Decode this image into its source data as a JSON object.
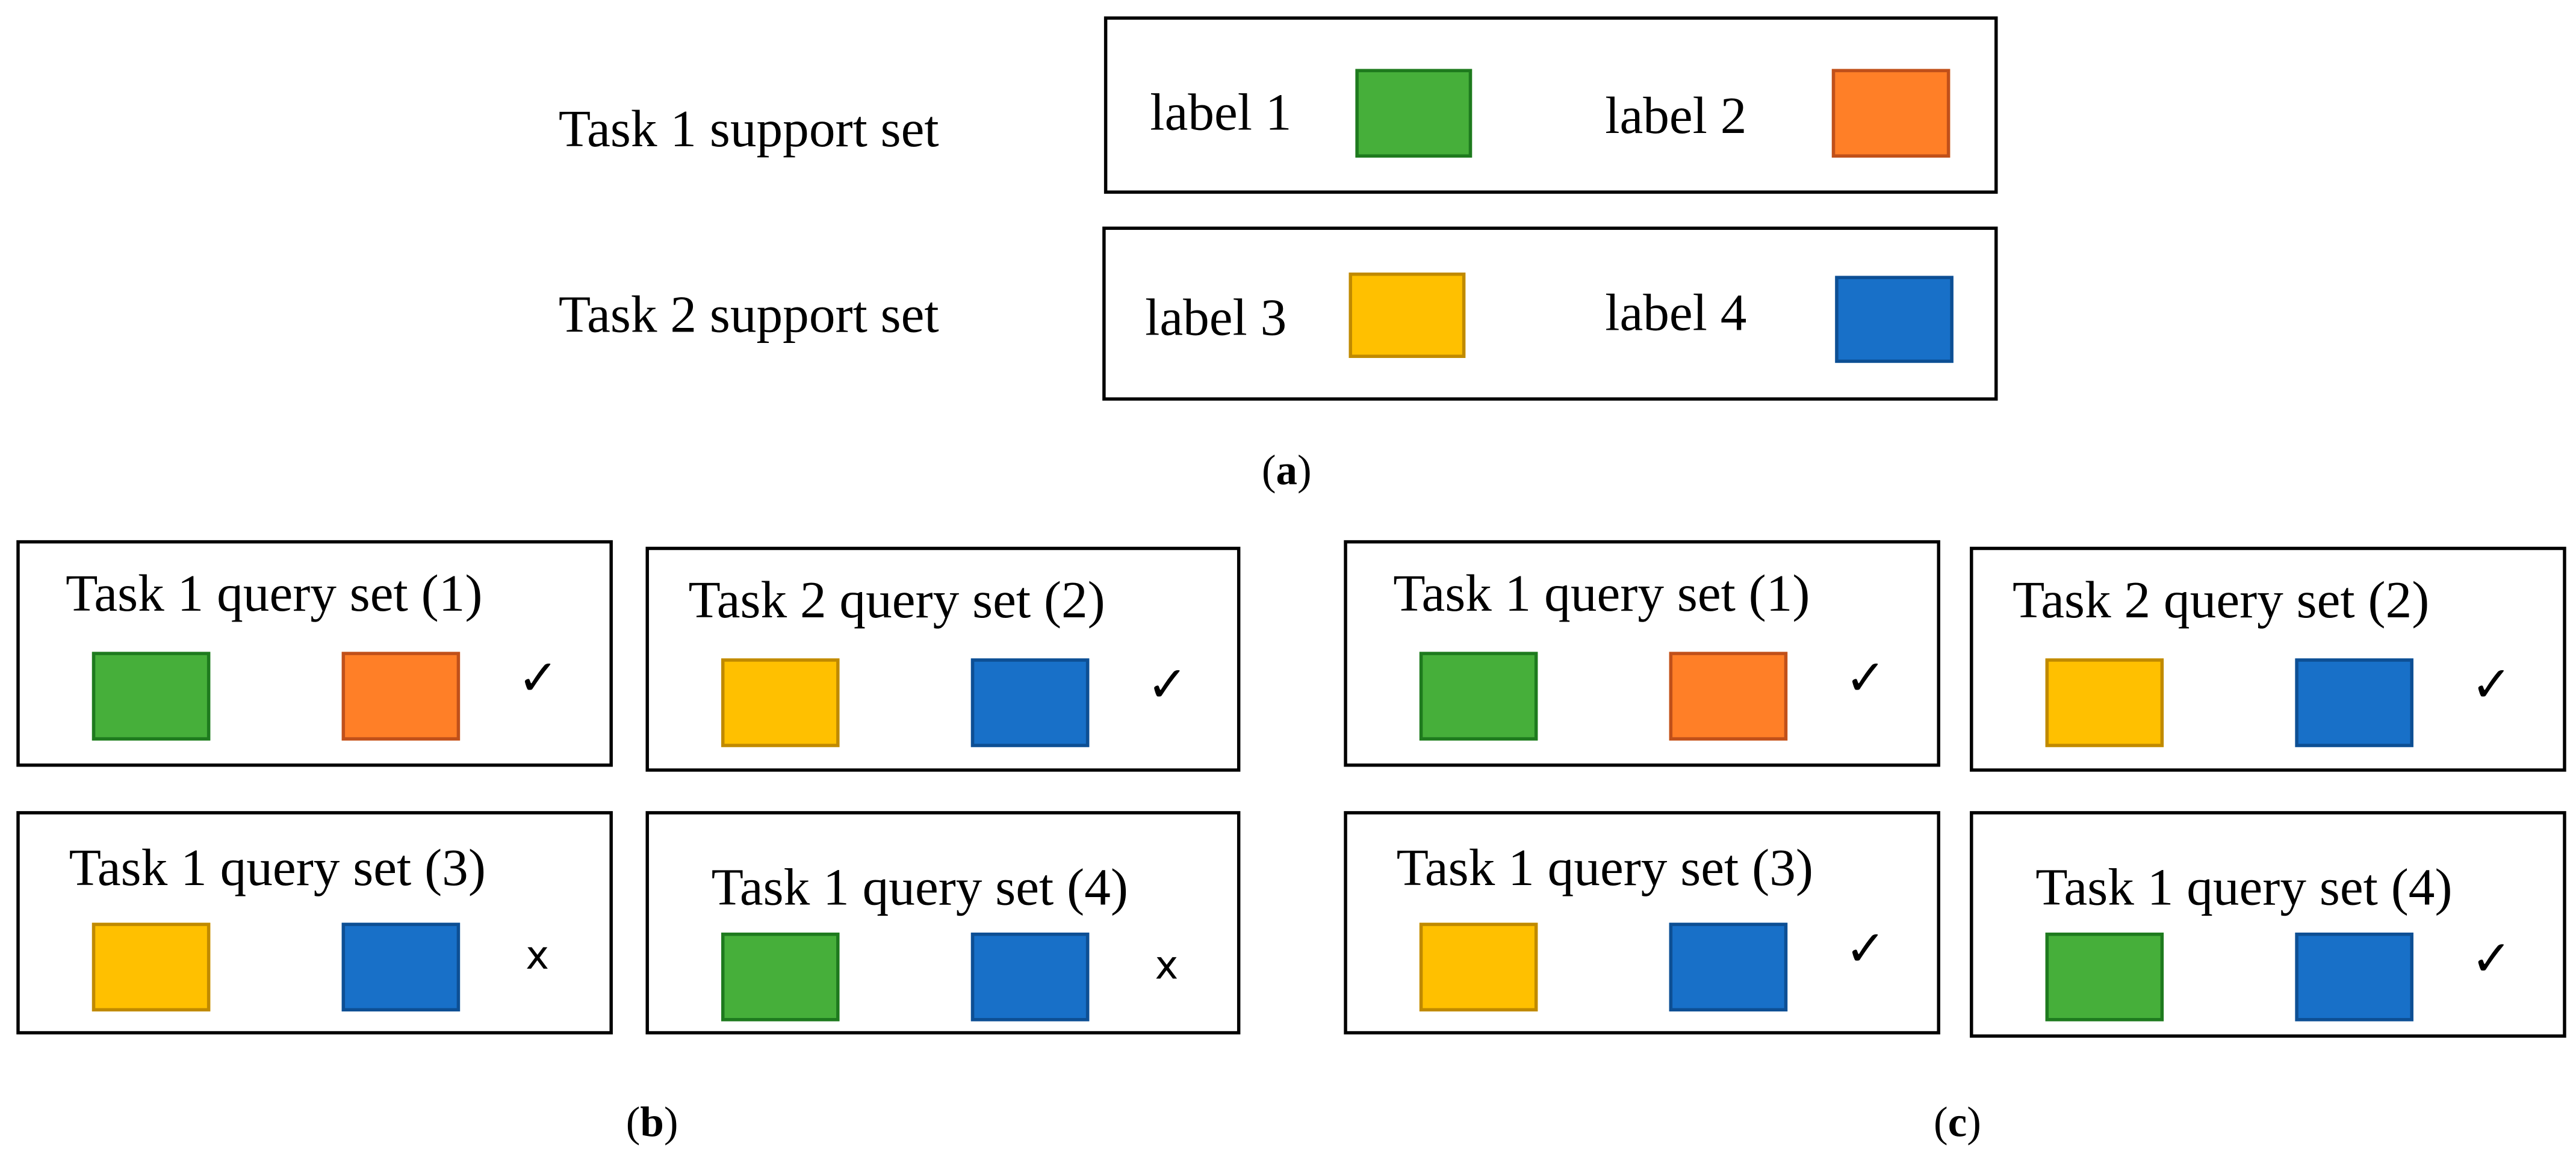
{
  "colors": {
    "green": {
      "fill": "#46AF3A",
      "border": "#1E7A1E"
    },
    "orange": {
      "fill": "#FF7F27",
      "border": "#C0501A"
    },
    "yellow": {
      "fill": "#FFC000",
      "border": "#C08A00"
    },
    "blue": {
      "fill": "#1870C8",
      "border": "#0D4F94"
    }
  },
  "panel_a": {
    "caption_open": "(",
    "caption_letter": "a",
    "caption_close": ")",
    "rows": [
      {
        "title": "Task 1 support set",
        "items": [
          {
            "label": "label 1",
            "color": "green"
          },
          {
            "label": "label 2",
            "color": "orange"
          }
        ]
      },
      {
        "title": "Task 2 support set",
        "items": [
          {
            "label": "label 3",
            "color": "yellow"
          },
          {
            "label": "label 4",
            "color": "blue"
          }
        ]
      }
    ]
  },
  "panel_b": {
    "caption_letter": "b",
    "sets": [
      {
        "title": "Task 1 query set (1)",
        "colors": [
          "green",
          "orange"
        ],
        "result": "✓",
        "result_icon": "check-icon"
      },
      {
        "title": "Task 2 query set (2)",
        "colors": [
          "yellow",
          "blue"
        ],
        "result": "✓",
        "result_icon": "check-icon"
      },
      {
        "title": "Task 1 query set (3)",
        "colors": [
          "yellow",
          "blue"
        ],
        "result": "x",
        "result_icon": "cross-icon"
      },
      {
        "title": "Task 1 query set (4)",
        "colors": [
          "green",
          "blue"
        ],
        "result": "x",
        "result_icon": "cross-icon"
      }
    ]
  },
  "panel_c": {
    "caption_letter": "c",
    "sets": [
      {
        "title": "Task 1 query set (1)",
        "colors": [
          "green",
          "orange"
        ],
        "result": "✓",
        "result_icon": "check-icon"
      },
      {
        "title": "Task 2 query set (2)",
        "colors": [
          "yellow",
          "blue"
        ],
        "result": "✓",
        "result_icon": "check-icon"
      },
      {
        "title": "Task 1 query set (3)",
        "colors": [
          "yellow",
          "blue"
        ],
        "result": "✓",
        "result_icon": "check-icon"
      },
      {
        "title": "Task 1 query set (4)",
        "colors": [
          "green",
          "blue"
        ],
        "result": "✓",
        "result_icon": "check-icon"
      }
    ]
  }
}
